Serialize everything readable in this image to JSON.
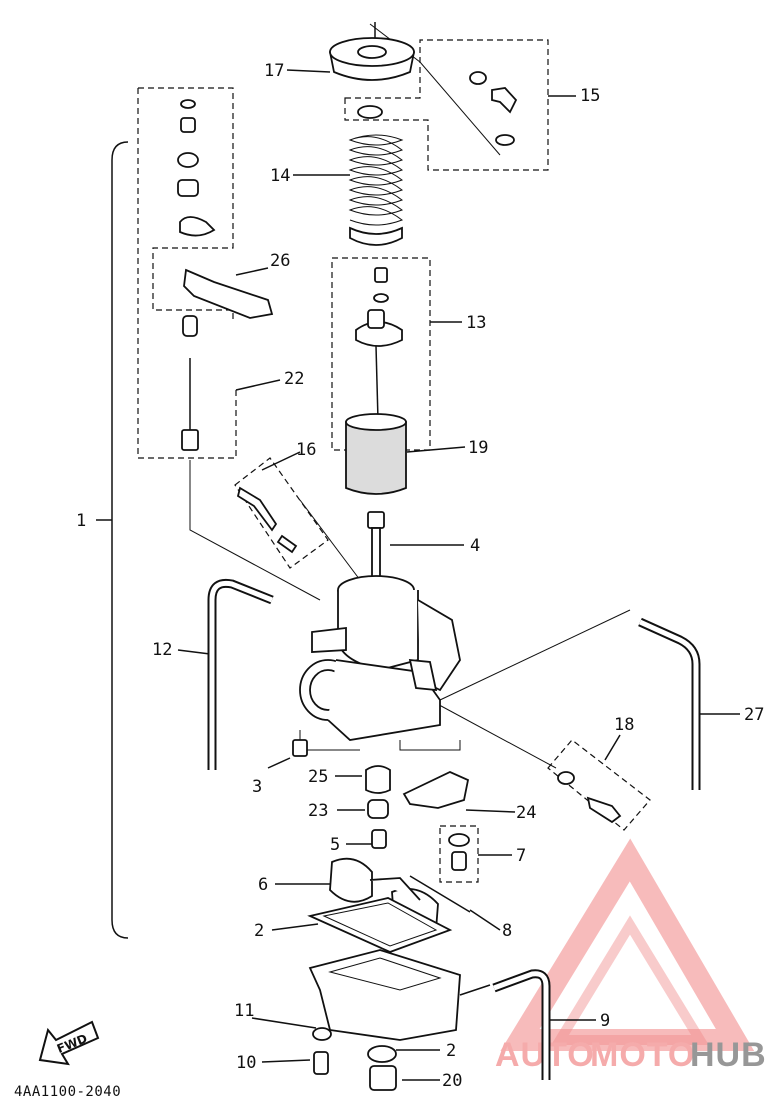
{
  "diagram": {
    "part_code": "4AA1100-2040",
    "fwd_label": "FWD",
    "callouts": {
      "c1": "1",
      "c2a": "2",
      "c2b": "2",
      "c3": "3",
      "c4": "4",
      "c5": "5",
      "c6": "6",
      "c7": "7",
      "c8": "8",
      "c9": "9",
      "c10": "10",
      "c11": "11",
      "c12": "12",
      "c13": "13",
      "c14": "14",
      "c15": "15",
      "c16": "16",
      "c17": "17",
      "c18": "18",
      "c19": "19",
      "c20": "20",
      "c22": "22",
      "c23": "23",
      "c24": "24",
      "c25": "25",
      "c26": "26",
      "c27": "27"
    }
  },
  "watermark": {
    "part1": "AUTO",
    "part2": "MOTO",
    "part3": "HUB",
    "color_primary": "#f08080",
    "color_secondary": "#8c8c8c"
  }
}
